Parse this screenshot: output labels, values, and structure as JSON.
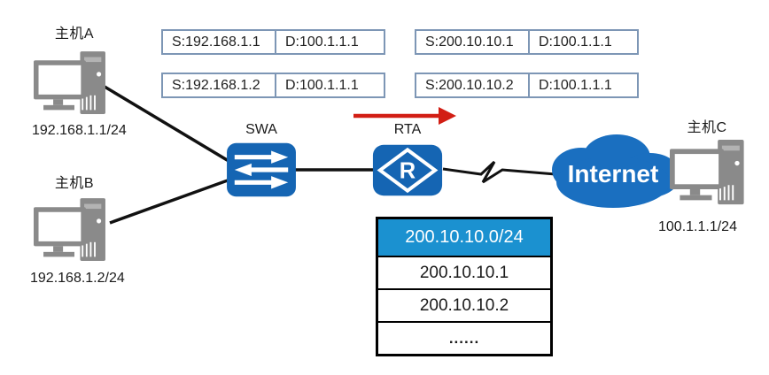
{
  "hosts": {
    "a": {
      "name": "主机A",
      "ip": "192.168.1.1/24"
    },
    "b": {
      "name": "主机B",
      "ip": "192.168.1.2/24"
    },
    "c": {
      "name": "主机C",
      "ip": "100.1.1.1/24"
    }
  },
  "devices": {
    "switch_label": "SWA",
    "router_label": "RTA",
    "router_letter": "R",
    "cloud_label": "Internet"
  },
  "packets": {
    "before_nat": [
      {
        "source": "S:192.168.1.1",
        "destination": "D:100.1.1.1"
      },
      {
        "source": "S:192.168.1.2",
        "destination": "D:100.1.1.1"
      }
    ],
    "after_nat": [
      {
        "source": "S:200.10.10.1",
        "destination": "D:100.1.1.1"
      },
      {
        "source": "S:200.10.10.2",
        "destination": "D:100.1.1.1"
      }
    ]
  },
  "nat_pool": {
    "header": "200.10.10.0/24",
    "rows": [
      "200.10.10.1",
      "200.10.10.2",
      "......"
    ]
  },
  "colors": {
    "device_blue": "#1565b3",
    "cloud_blue": "#1a6fc0",
    "table_header_blue": "#1b91d0",
    "arrow_red": "#d21e14",
    "packet_border": "#7d96b5",
    "host_gray": "#8a8a8a"
  }
}
